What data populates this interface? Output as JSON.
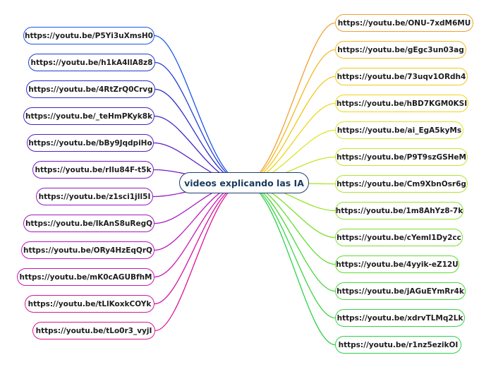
{
  "center": {
    "label": "videos explicando las IA",
    "color": "#1c3f6e"
  },
  "left_branches": [
    {
      "label": "https://youtu.be/P5Yi3uXmsH0",
      "color": "#1a56e8"
    },
    {
      "label": "https://youtu.be/h1kA4llA8z8",
      "color": "#1f3ad6"
    },
    {
      "label": "https://youtu.be/4RtZrQ0Crvg",
      "color": "#2a2ac8"
    },
    {
      "label": "https://youtu.be/_teHmPKyk8k",
      "color": "#4422c4"
    },
    {
      "label": "https://youtu.be/bBy9JqdpiHo",
      "color": "#5a1cc6"
    },
    {
      "label": "https://youtu.be/rIlu84F-t5k",
      "color": "#7a18c8"
    },
    {
      "label": "https://youtu.be/z1sci1jIl5I",
      "color": "#9218c4"
    },
    {
      "label": "https://youtu.be/IkAnS8uRegQ",
      "color": "#a418c0"
    },
    {
      "label": "https://youtu.be/ORy4HzEqQrQ",
      "color": "#b818be"
    },
    {
      "label": "https://youtu.be/mK0cAGUBfhM",
      "color": "#c818b4"
    },
    {
      "label": "https://youtu.be/tLlKoxkCOYk",
      "color": "#d414a4"
    },
    {
      "label": "https://youtu.be/tLo0r3_vyjI",
      "color": "#dc1494"
    }
  ],
  "right_branches": [
    {
      "label": "https://youtu.be/ONU-7xdM6MU",
      "color": "#f0a030"
    },
    {
      "label": "https://youtu.be/gEgc3un03ag",
      "color": "#f4b820"
    },
    {
      "label": "https://youtu.be/73uqv1ORdh4",
      "color": "#f0c818"
    },
    {
      "label": "https://youtu.be/hBD7KGM0KSI",
      "color": "#ecd818"
    },
    {
      "label": "https://youtu.be/ai_EgA5kyMs",
      "color": "#dce428"
    },
    {
      "label": "https://youtu.be/P9T9szGSHeM",
      "color": "#c8e42c"
    },
    {
      "label": "https://youtu.be/Cm9XbnOsr6g",
      "color": "#b0e42c"
    },
    {
      "label": "https://youtu.be/1m8AhYz8-7k",
      "color": "#94e42c"
    },
    {
      "label": "https://youtu.be/cYeml1Dy2cc",
      "color": "#7ce030"
    },
    {
      "label": "https://youtu.be/4yyik-eZ12U",
      "color": "#60dc30"
    },
    {
      "label": "https://youtu.be/jAGuEYmRr4k",
      "color": "#48d83c"
    },
    {
      "label": "https://youtu.be/xdrvTLMq2Lk",
      "color": "#38d444"
    },
    {
      "label": "https://youtu.be/r1nz5ezikOI",
      "color": "#2ad048"
    }
  ]
}
